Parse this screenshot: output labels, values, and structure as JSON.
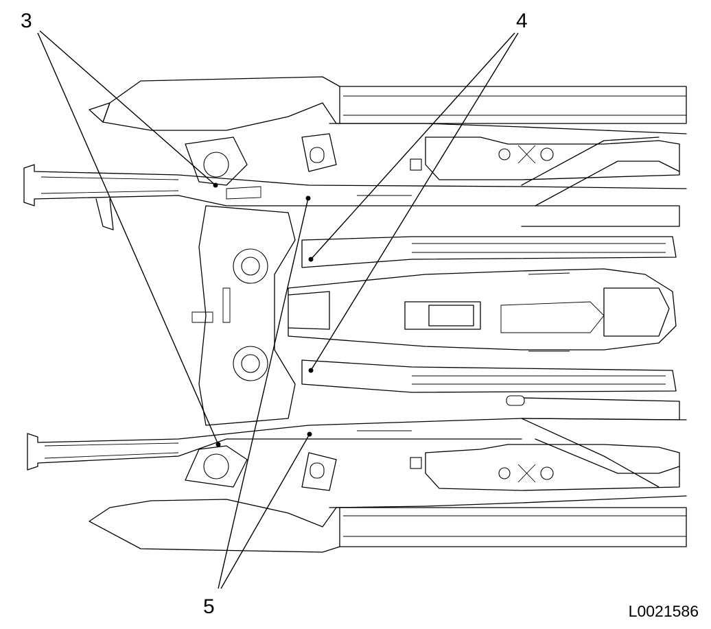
{
  "callouts": {
    "label_3": "3",
    "label_4": "4",
    "label_5": "5"
  },
  "reference_code": "L0021586"
}
